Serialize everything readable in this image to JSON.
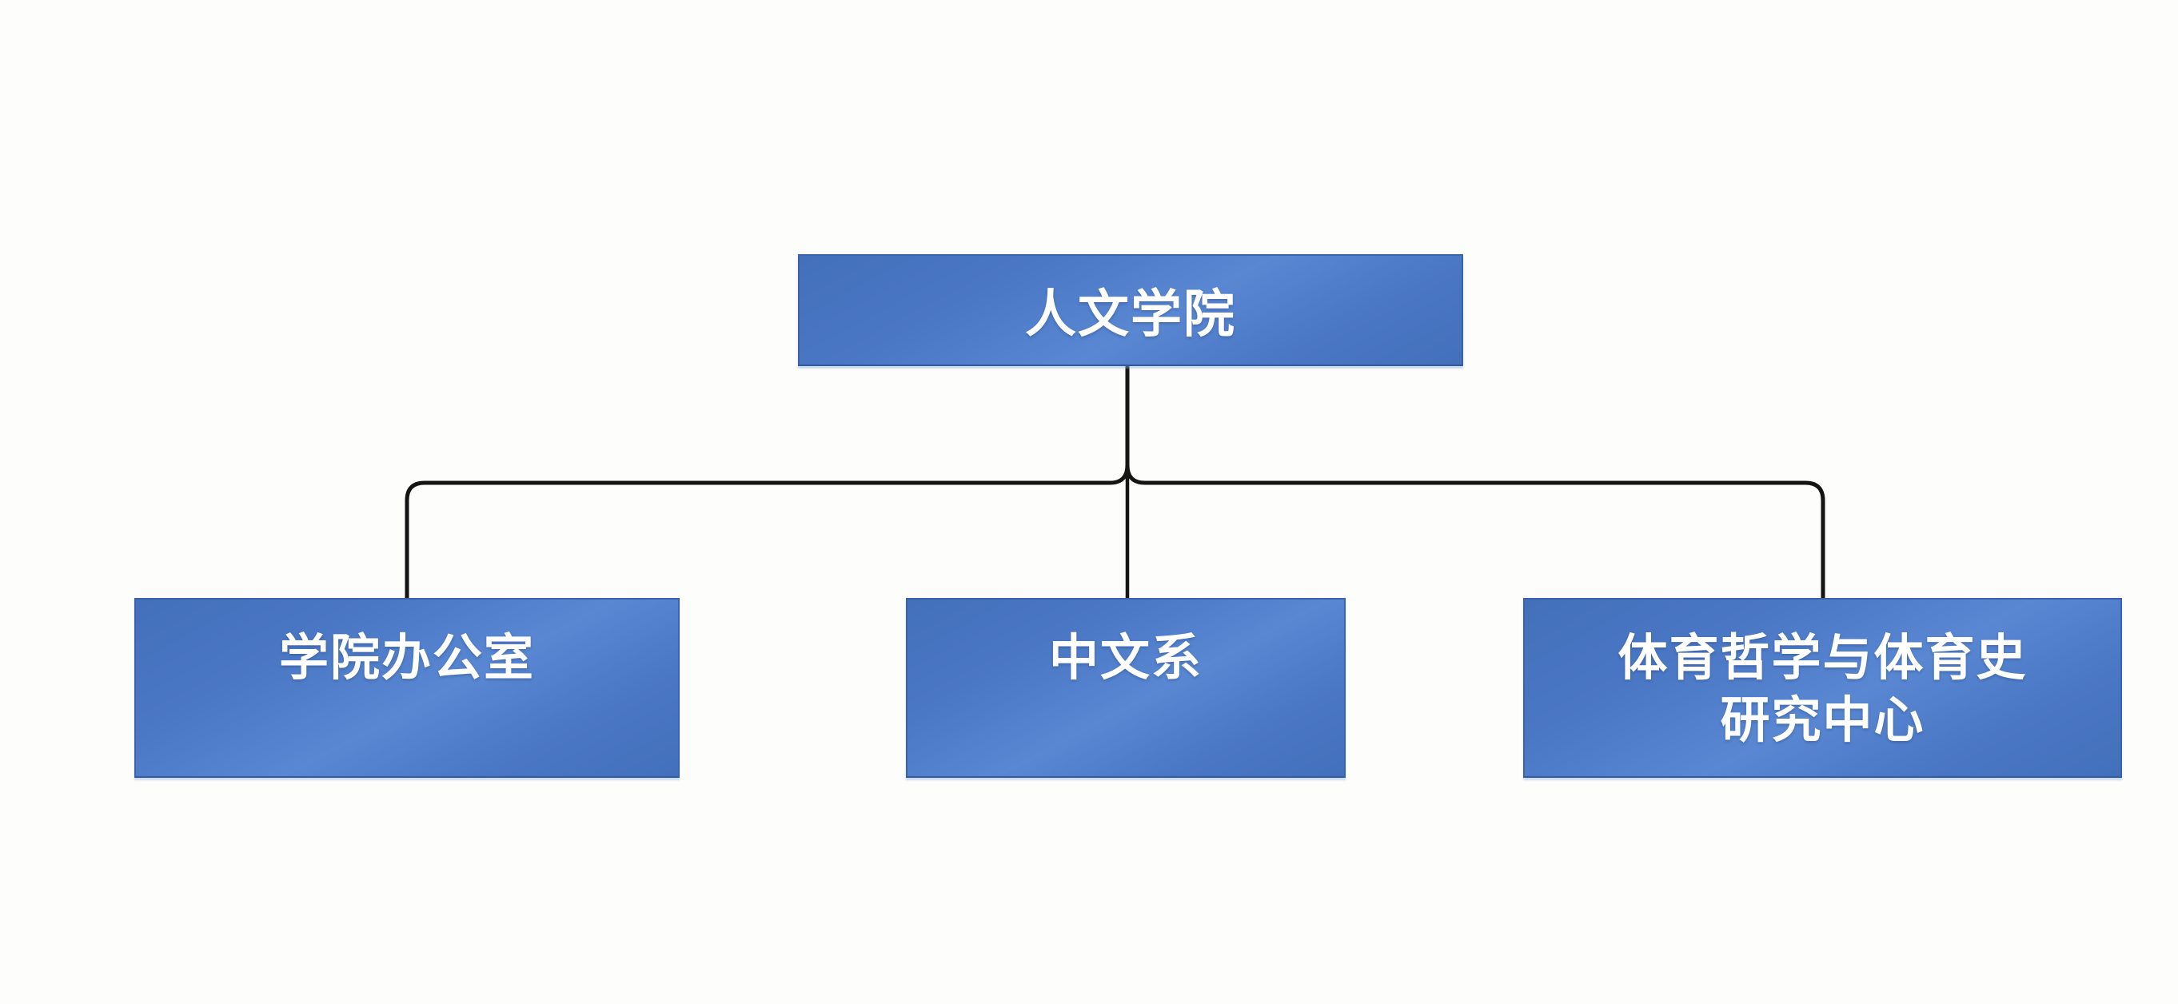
{
  "diagram": {
    "type": "org-chart",
    "nodes": [
      {
        "id": "root",
        "label": "人文学院",
        "lines": [
          "人文学院"
        ]
      },
      {
        "id": "office",
        "label": "学院办公室",
        "lines": [
          "学院办公室"
        ]
      },
      {
        "id": "chinese",
        "label": "中文系",
        "lines": [
          "中文系"
        ]
      },
      {
        "id": "sports",
        "label": "体育哲学与体育史研究中心",
        "lines": [
          "体育哲学与体育史",
          "研究中心"
        ]
      }
    ],
    "edges": [
      {
        "from": "人文学院",
        "to": "学院办公室"
      },
      {
        "from": "人文学院",
        "to": "中文系"
      },
      {
        "from": "人文学院",
        "to": "体育哲学与体育史研究中心"
      }
    ],
    "colors": {
      "node_fill": "#4a77c4",
      "node_fill_light": "#5987d2",
      "node_fill_dark": "#4370ba",
      "node_border": "#3a63aa",
      "node_border_dark": "#33589b",
      "node_text": "#ffffff",
      "connector": "#141414",
      "background": "#fdfdfc"
    }
  }
}
